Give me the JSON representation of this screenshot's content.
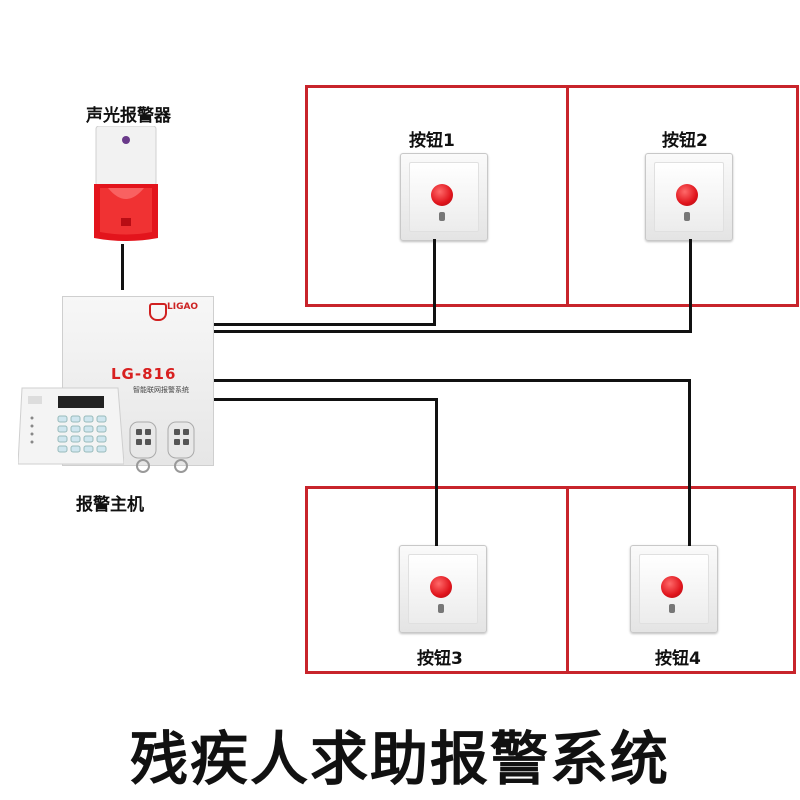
{
  "title": "残疾人求助报警系统",
  "siren": {
    "label": "声光报警器"
  },
  "host": {
    "label": "报警主机",
    "model": "LG-816",
    "brand": "LIGAO",
    "subtitle": "智能联网报警系统"
  },
  "buttons": [
    {
      "label": "按钮1"
    },
    {
      "label": "按钮2"
    },
    {
      "label": "按钮3"
    },
    {
      "label": "按钮4"
    }
  ],
  "colors": {
    "room_border": "#c8242b",
    "wire": "#111111",
    "button_red": "#e0141c"
  }
}
